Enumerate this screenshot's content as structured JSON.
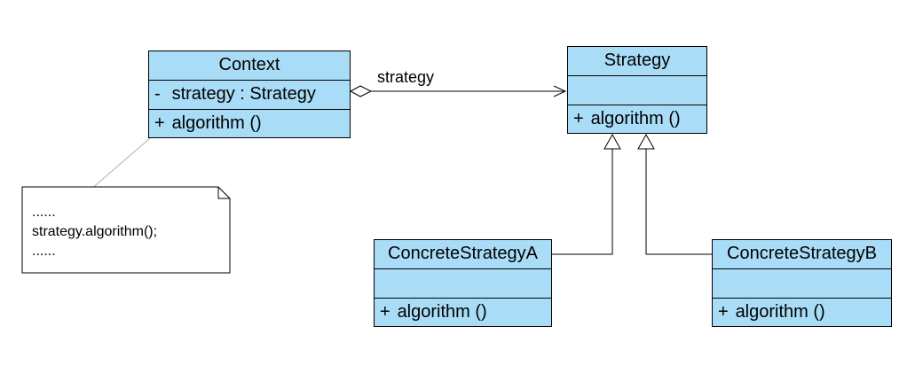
{
  "classes": {
    "context": {
      "name": "Context",
      "attribute": {
        "visibility": "-",
        "text": "strategy : Strategy"
      },
      "operation": {
        "visibility": "+",
        "text": "algorithm ()"
      }
    },
    "strategy": {
      "name": "Strategy",
      "operation": {
        "visibility": "+",
        "text": "algorithm ()"
      }
    },
    "concrete_a": {
      "name": "ConcreteStrategyA",
      "operation": {
        "visibility": "+",
        "text": "algorithm ()"
      }
    },
    "concrete_b": {
      "name": "ConcreteStrategyB",
      "operation": {
        "visibility": "+",
        "text": "algorithm ()"
      }
    }
  },
  "association": {
    "label": "strategy"
  },
  "note": {
    "lines": [
      "......",
      "strategy.algorithm();",
      "......"
    ]
  },
  "colors": {
    "class_fill": "#a9dcf6",
    "line": "#000000",
    "note_connector": "#b4b4b4",
    "note_fill": "#ffffff"
  }
}
